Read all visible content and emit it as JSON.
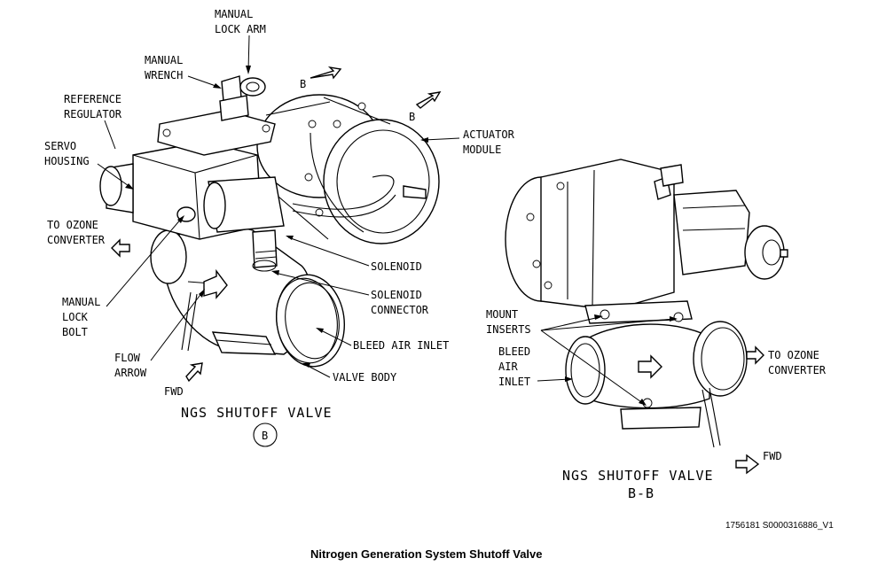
{
  "left_view": {
    "labels": {
      "manual_lock_arm": [
        "MANUAL",
        "LOCK ARM"
      ],
      "manual_wrench": [
        "MANUAL",
        "WRENCH"
      ],
      "reference_regulator": [
        "REFERENCE",
        "REGULATOR"
      ],
      "servo_housing": [
        "SERVO",
        "HOUSING"
      ],
      "to_ozone_converter": [
        "TO OZONE",
        "CONVERTER"
      ],
      "manual_lock_bolt": [
        "MANUAL",
        "LOCK",
        "BOLT"
      ],
      "flow_arrow": [
        "FLOW",
        "ARROW"
      ],
      "fwd": "FWD",
      "actuator_module": [
        "ACTUATOR",
        "MODULE"
      ],
      "solenoid": "SOLENOID",
      "solenoid_connector": [
        "SOLENOID",
        "CONNECTOR"
      ],
      "bleed_air_inlet": "BLEED AIR INLET",
      "valve_body": "VALVE BODY",
      "section_marker_1": "B",
      "section_marker_2": "B"
    },
    "title": "NGS SHUTOFF VALVE",
    "detail_callout": "B"
  },
  "right_view": {
    "labels": {
      "mount_inserts": [
        "MOUNT",
        "INSERTS"
      ],
      "bleed_air_inlet": [
        "BLEED",
        "AIR",
        "INLET"
      ],
      "to_ozone_converter": [
        "TO OZONE",
        "CONVERTER"
      ],
      "fwd": "FWD"
    },
    "title": "NGS SHUTOFF VALVE",
    "subtitle": "B-B"
  },
  "reference_id": "1756181 S0000316886_V1",
  "caption": "Nitrogen Generation System Shutoff Valve"
}
